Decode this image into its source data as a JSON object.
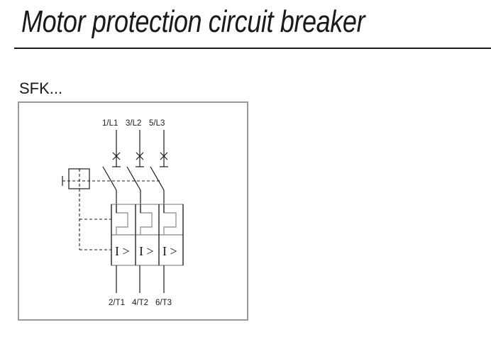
{
  "page": {
    "title": "Motor protection circuit breaker",
    "model": "SFK..."
  },
  "diagram": {
    "supply_terminals": [
      "1/L1",
      "3/L2",
      "5/L3"
    ],
    "load_terminals": [
      "2/T1",
      "4/T2",
      "6/T3"
    ],
    "overcurrent_symbol": "I >",
    "poles": 3
  }
}
